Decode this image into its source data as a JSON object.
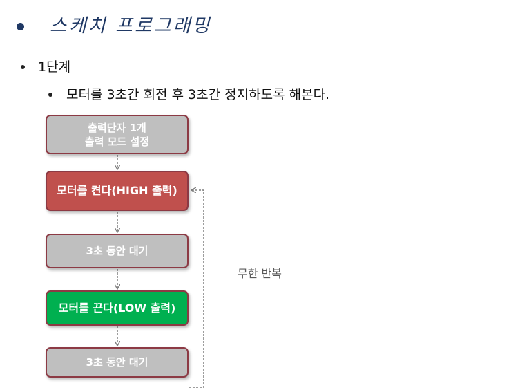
{
  "title": "스케치 프로그래밍",
  "bullets": {
    "level1": "1단계",
    "level2": "모터를 3초간 회전 후 3초간 정지하도록 해본다."
  },
  "flow": {
    "setup_line1": "출력단자 1개",
    "setup_line2": "출력 모드 설정",
    "motor_on": "모터를 켠다(HIGH 출력)",
    "wait1": "3초 동안 대기",
    "motor_off": "모터를 끈다(LOW 출력)",
    "wait2": "3초 동안 대기"
  },
  "loop_label": "무한 반복",
  "colors": {
    "title": "#1f3864",
    "gray_box": "#bfbfbf",
    "red_box": "#c0504d",
    "green_box": "#00b050",
    "box_border": "#8c3a44",
    "arrow": "#7f7f7f"
  }
}
